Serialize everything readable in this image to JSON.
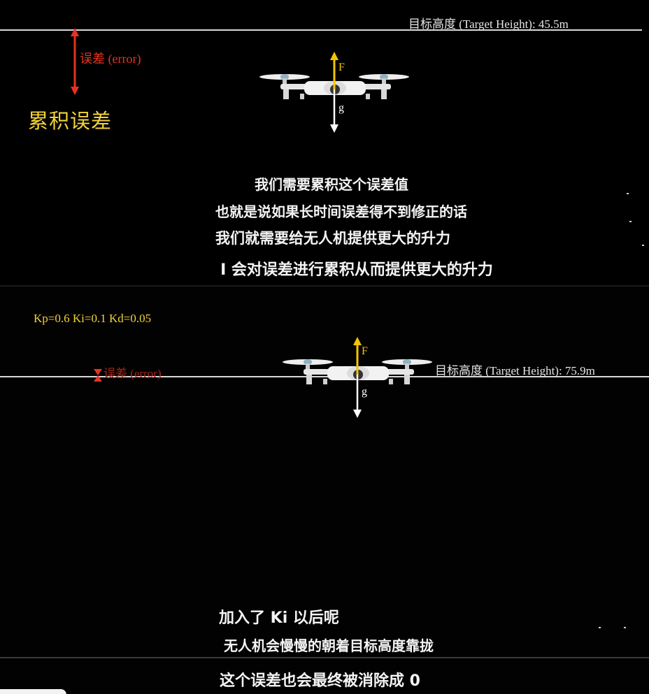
{
  "panel_top": {
    "target_label": "目标高度 (Target Height): 45.5m",
    "error_label": "误差 (error)",
    "accumulated_error_label": "累积误差",
    "force_label": "F",
    "gravity_label": "g",
    "subtitles": [
      "我们需要累积这个误差值",
      "也就是说如果长时间误差得不到修正的话",
      "我们就需要给无人机提供更大的升力",
      "I 会对误差进行累积从而提供更大的升力"
    ]
  },
  "panel_bottom": {
    "gains_label": "Kp=0.6  Ki=0.1  Kd=0.05",
    "target_label": "目标高度 (Target Height): 75.9m",
    "error_label": "误差 (error)",
    "force_label": "F",
    "gravity_label": "g",
    "subtitles": [
      "加入了 Ki 以后呢",
      "无人机会慢慢的朝着目标高度靠拢",
      "这个误差也会最终被消除成 0"
    ]
  },
  "colors": {
    "background": "#000000",
    "error_red": "#e8321f",
    "accent_yellow": "#f3d33a",
    "force_arrow": "#f5c400",
    "gravity_arrow": "#ffffff",
    "target_line": "#d8d8d8"
  }
}
